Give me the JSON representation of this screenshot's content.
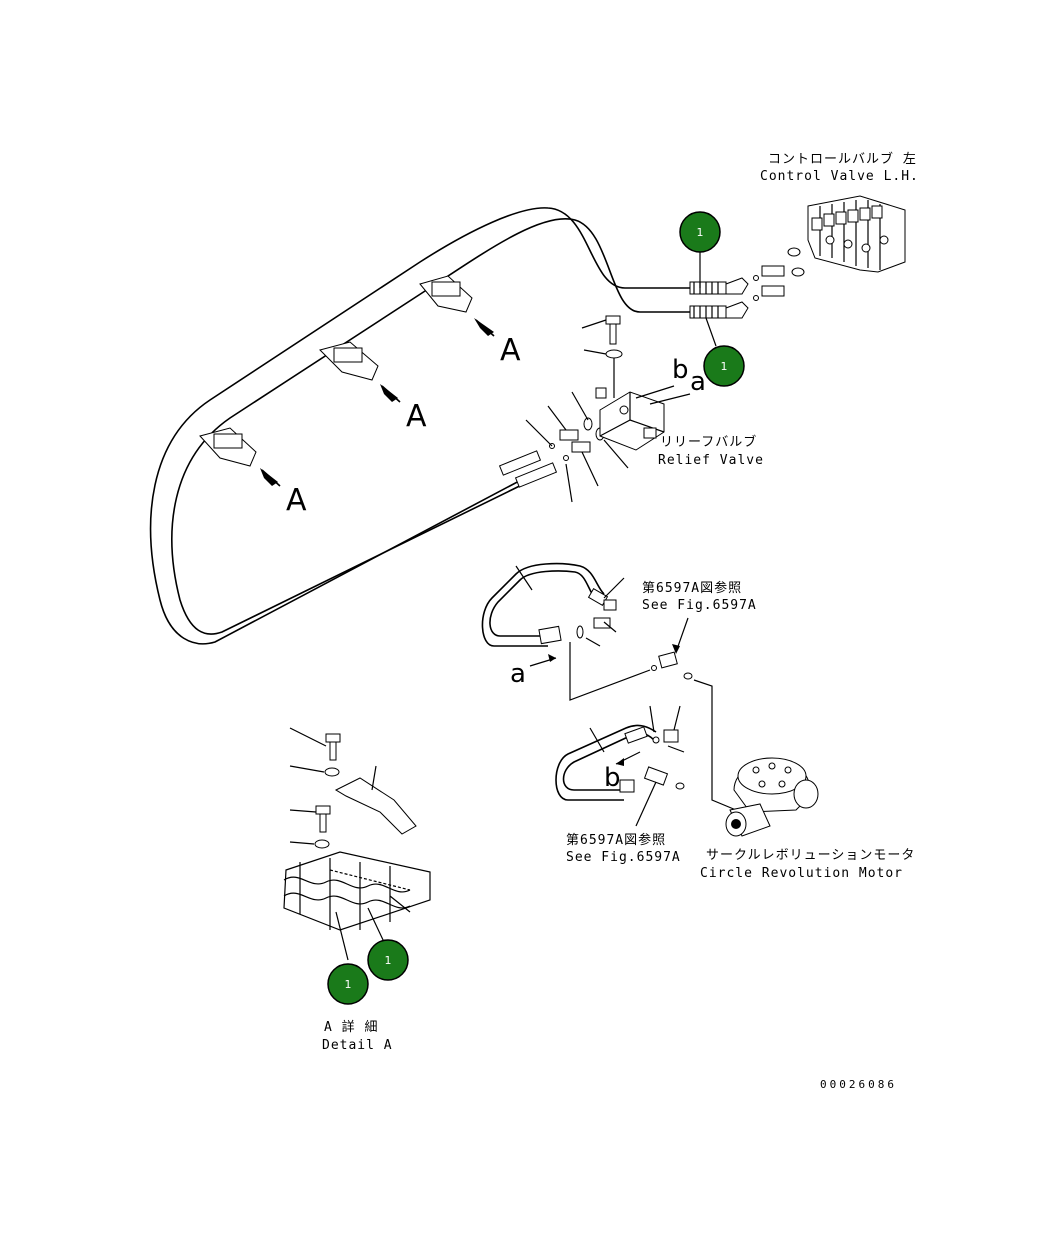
{
  "labels": {
    "control_valve_jp": "コントロールバルブ 左",
    "control_valve_en": "Control Valve L.H.",
    "relief_valve_jp": "リリーフバルブ",
    "relief_valve_en": "Relief Valve",
    "see_fig_jp_1": "第6597A図参照",
    "see_fig_en_1": "See Fig.6597A",
    "see_fig_jp_2": "第6597A図参照",
    "see_fig_en_2": "See Fig.6597A",
    "motor_jp": "サークルレボリューションモータ",
    "motor_en": "Circle Revolution Motor",
    "detail_jp": "A 詳 細",
    "detail_en": "Detail A",
    "drawing_number": "00026086"
  },
  "view_markers": {
    "a1": "A",
    "a2": "A",
    "a3": "A",
    "b_upper": "b",
    "a_upper": "a",
    "a_lower": "a",
    "b_lower": "b"
  },
  "callouts": [
    {
      "number": "1"
    },
    {
      "number": "1"
    },
    {
      "number": "1"
    },
    {
      "number": "1"
    }
  ],
  "colors": {
    "callout_fill": "#1a7a1a",
    "line": "#000000",
    "background": "#ffffff"
  }
}
